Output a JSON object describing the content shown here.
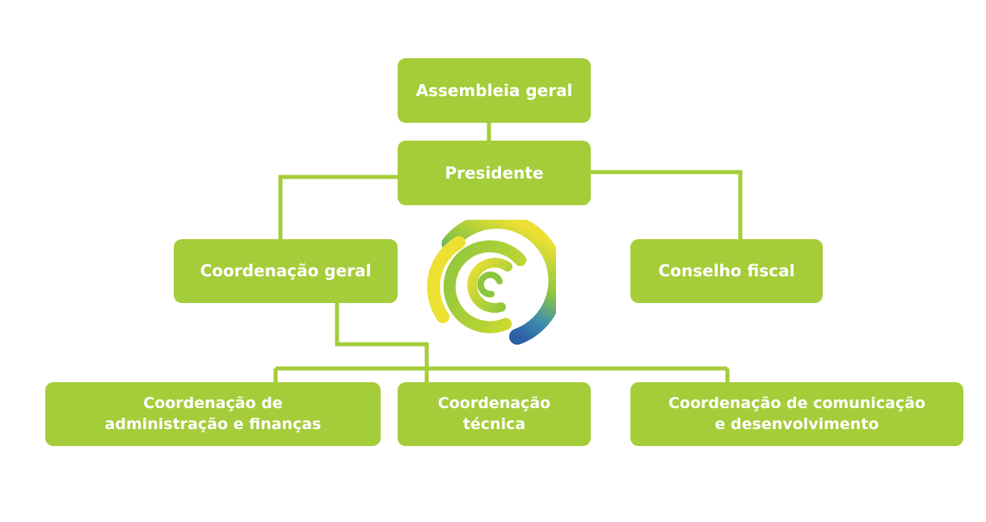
{
  "colors": {
    "box_fill": "#a4cd39",
    "box_text": "#ffffff",
    "connector": "#a4cd39",
    "logo_yellow": "#ece033",
    "logo_green": "#8cc63f",
    "logo_blue": "#2b5ea4"
  },
  "nodes": {
    "assembleia": "Assembleia geral",
    "presidente": "Presidente",
    "coordenacao_geral": "Coordenação geral",
    "conselho_fiscal": "Conselho fiscal",
    "coordenacao_admin": "Coordenação de\nadministração e finanças",
    "coordenacao_tecnica": "Coordenação\ntécnica",
    "coordenacao_comunicacao": "Coordenação de comunicação\ne desenvolvimento"
  },
  "edges": [
    [
      "assembleia",
      "presidente"
    ],
    [
      "presidente",
      "coordenacao_geral"
    ],
    [
      "presidente",
      "conselho_fiscal"
    ],
    [
      "coordenacao_geral",
      "coordenacao_admin"
    ],
    [
      "coordenacao_geral",
      "coordenacao_tecnica"
    ],
    [
      "coordenacao_geral",
      "coordenacao_comunicacao"
    ]
  ],
  "logo": {
    "icon": "spiral-logo-icon"
  }
}
